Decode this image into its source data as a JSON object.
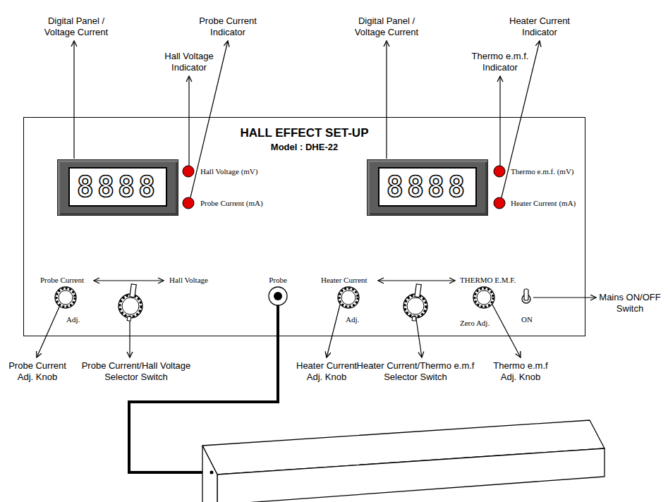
{
  "diagram": {
    "nodes": [
      {
        "text": [
          "HALL EFFECT SET-UP",
          "Model : DHE-22"
        ]
      },
      {
        "text": [
          "8888"
        ],
        "in": 0
      },
      {
        "text": [
          "8888"
        ],
        "in": 0
      }
    ],
    "labels": [
      "Digital Panel / Voltage Current",
      "Probe Current Indicator",
      "Hall Voltage Indicator",
      "Digital Panel / Voltage Current",
      "Heater Current Indicator",
      "Thermo e.m.f. Indicator",
      "Hall Voltage (mV)",
      "Probe Current (mA)",
      "Thermo e.m.f. (mV)",
      "Heater Current (mA)",
      "Probe Current",
      "Hall Voltage",
      "Probe",
      "Heater Current",
      "THERMO E.M.F.",
      "Adj.",
      "Adj.",
      "Zero Adj.",
      "ON",
      "Mains ON/OFF Switch",
      "Probe Current Adj. Knob",
      "Probe Current/Hall Voltage Selector Switch",
      "Heater Current Adj. Knob",
      "Heater Current/Thermo e.m.f Selector Switch",
      "Thermo e.m.f Adj. Knob"
    ]
  }
}
